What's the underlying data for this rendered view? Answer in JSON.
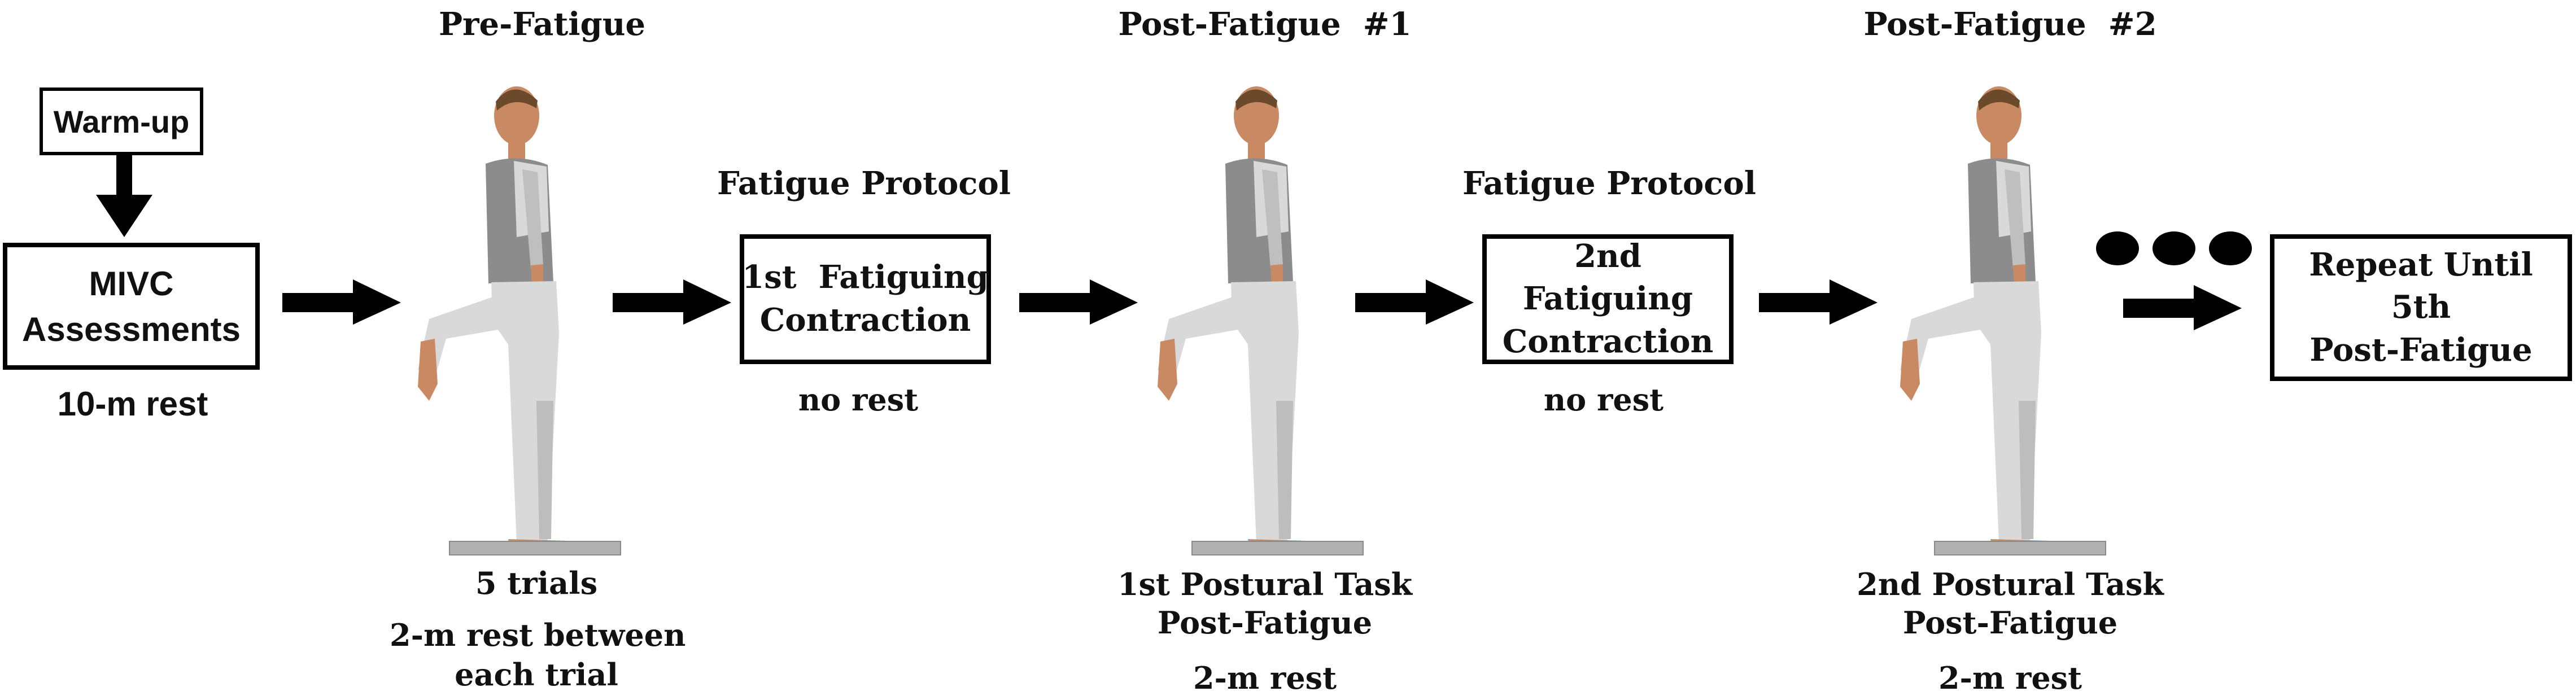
{
  "warmup": "Warm-up",
  "mivc": {
    "line1": "MIVC",
    "line2": "Assessments"
  },
  "mivc_rest": "10-m rest",
  "stage1": {
    "title": "Pre-Fatigue",
    "trials": "5 trials",
    "rest_line1": "2-m rest between",
    "rest_line2": "each trial"
  },
  "protocol1": {
    "title": "Fatigue Protocol",
    "box_line1": "1st  Fatiguing",
    "box_line2": "Contraction",
    "rest": "no rest"
  },
  "stage2": {
    "title": "Post-Fatigue  #1",
    "task_line1": "1st Postural Task",
    "task_line2": "Post-Fatigue",
    "rest": "2-m rest"
  },
  "protocol2": {
    "title": "Fatigue Protocol",
    "box_line1": "2nd Fatiguing",
    "box_line2": "Contraction",
    "rest": "no rest"
  },
  "stage3": {
    "title": "Post-Fatigue  #2",
    "task_line1": "2nd Postural Task",
    "task_line2": "Post-Fatigue",
    "rest": "2-m rest"
  },
  "repeat": {
    "line1": "Repeat Until 5th",
    "line2": "Post-Fatigue"
  },
  "colors": {
    "figure_body": "#d9d9d9",
    "figure_shade": "#9a9a9a",
    "skin": "#c98a63",
    "hair": "#6b4a2b",
    "platform": "#b0b0b0"
  },
  "icons": [
    "arrow-right-icon",
    "arrow-down-icon",
    "ellipsis-dots-icon",
    "standing-figure-icon"
  ]
}
